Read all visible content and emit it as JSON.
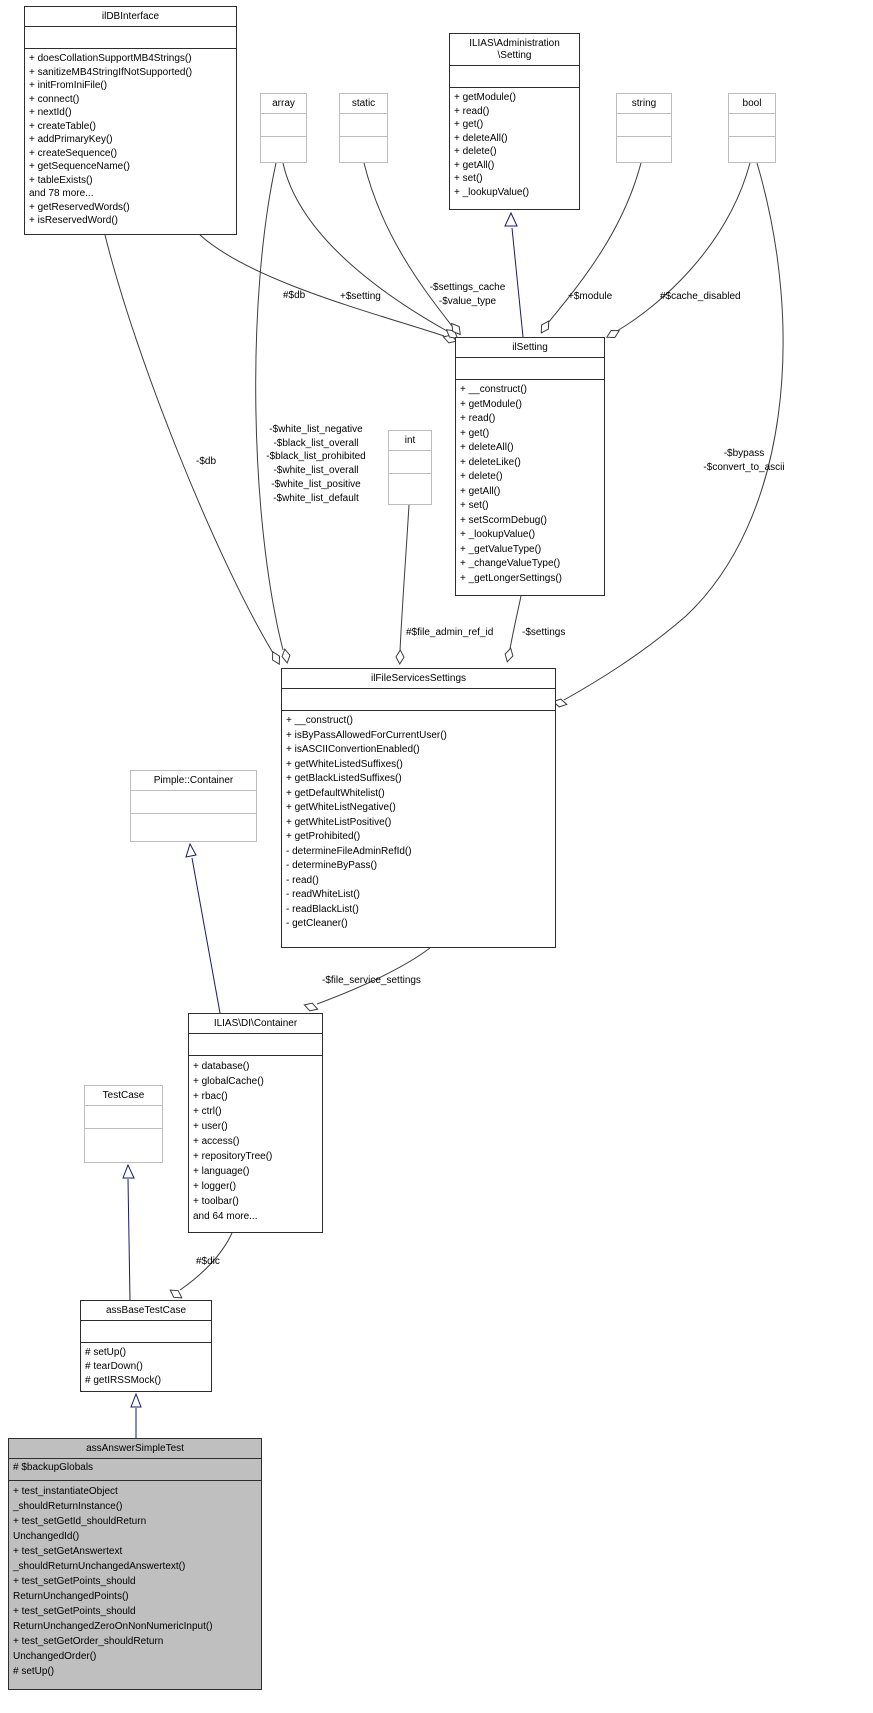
{
  "classes": {
    "ildbinterface": {
      "title": "ilDBInterface",
      "methods": [
        "+ doesCollationSupportMB4Strings()",
        "+ sanitizeMB4StringIfNotSupported()",
        "+ initFromIniFile()",
        "+ connect()",
        "+ nextId()",
        "+ createTable()",
        "+ addPrimaryKey()",
        "+ createSequence()",
        "+ getSequenceName()",
        "+ tableExists()",
        "and 78 more...",
        "+ getReservedWords()",
        "+ isReservedWord()"
      ]
    },
    "admin_setting": {
      "title": "ILIAS\\Administration\n\\Setting",
      "methods": [
        "+ getModule()",
        "+ read()",
        "+ get()",
        "+ deleteAll()",
        "+ delete()",
        "+ getAll()",
        "+ set()",
        "+ _lookupValue()"
      ]
    },
    "ilsetting": {
      "title": "ilSetting",
      "methods": [
        "+ __construct()",
        "+ getModule()",
        "+ read()",
        "+ get()",
        "+ deleteAll()",
        "+ deleteLike()",
        "+ delete()",
        "+ getAll()",
        "+ set()",
        "+ setScormDebug()",
        "+ _lookupValue()",
        "+ _getValueType()",
        "+ _changeValueType()",
        "+ _getLongerSettings()"
      ]
    },
    "ilfileservicessettings": {
      "title": "ilFileServicesSettings",
      "methods": [
        "+ __construct()",
        "+ isByPassAllowedForCurrentUser()",
        "+ isASCIIConvertionEnabled()",
        "+ getWhiteListedSuffixes()",
        "+ getBlackListedSuffixes()",
        "+ getDefaultWhitelist()",
        "+ getWhiteListNegative()",
        "+ getWhiteListPositive()",
        "+ getProhibited()",
        "- determineFileAdminRefId()",
        "- determineByPass()",
        "- read()",
        "- readWhiteList()",
        "- readBlackList()",
        "- getCleaner()"
      ]
    },
    "pimple_container": {
      "title": "Pimple::Container"
    },
    "di_container": {
      "title": "ILIAS\\DI\\Container",
      "methods": [
        "+ database()",
        "+ globalCache()",
        "+ rbac()",
        "+ ctrl()",
        "+ user()",
        "+ access()",
        "+ repositoryTree()",
        "+ language()",
        "+ logger()",
        "+ toolbar()",
        "and 64 more..."
      ]
    },
    "testcase": {
      "title": "TestCase"
    },
    "assbasetestcase": {
      "title": "assBaseTestCase",
      "methods": [
        "# setUp()",
        "# tearDown()",
        "# getIRSSMock()"
      ]
    },
    "assanswersimpletest": {
      "title": "assAnswerSimpleTest",
      "attribute": "# $backupGlobals",
      "methods": [
        "+ test_instantiateObject",
        "_shouldReturnInstance()",
        "+ test_setGetId_shouldReturn",
        "UnchangedId()",
        "+ test_setGetAnswertext",
        "_shouldReturnUnchangedAnswertext()",
        "+ test_setGetPoints_should",
        "ReturnUnchangedPoints()",
        "+ test_setGetPoints_should",
        "ReturnUnchangedZeroOnNonNumericInput()",
        "+ test_setGetOrder_shouldReturn",
        "UnchangedOrder()",
        "# setUp()"
      ]
    },
    "types": {
      "array": "array",
      "static": "static",
      "string": "string",
      "bool": "bool",
      "int": "int"
    }
  },
  "edge_labels": {
    "db_protected": "#$db",
    "setting_member": "+$setting",
    "cache_block": [
      "-$settings_cache",
      "-$value_type"
    ],
    "module": "+$module",
    "cache_disabled": "#$cache_disabled",
    "db_private": "-$db",
    "white_lists": [
      "-$white_list_negative",
      "-$black_list_overall",
      "-$black_list_prohibited",
      "-$white_list_overall",
      "-$white_list_positive",
      "-$white_list_default"
    ],
    "bypass_block": [
      "-$bypass",
      "-$convert_to_ascii"
    ],
    "file_admin_ref_id": "#$file_admin_ref_id",
    "settings": "-$settings",
    "file_service_settings": "-$file_service_settings",
    "dic": "#$dic"
  },
  "colors": {
    "highlight_fill": "#bfbfbf",
    "inheritance_edge": "#191970",
    "aggregation_edge": "#3c3c3c"
  }
}
